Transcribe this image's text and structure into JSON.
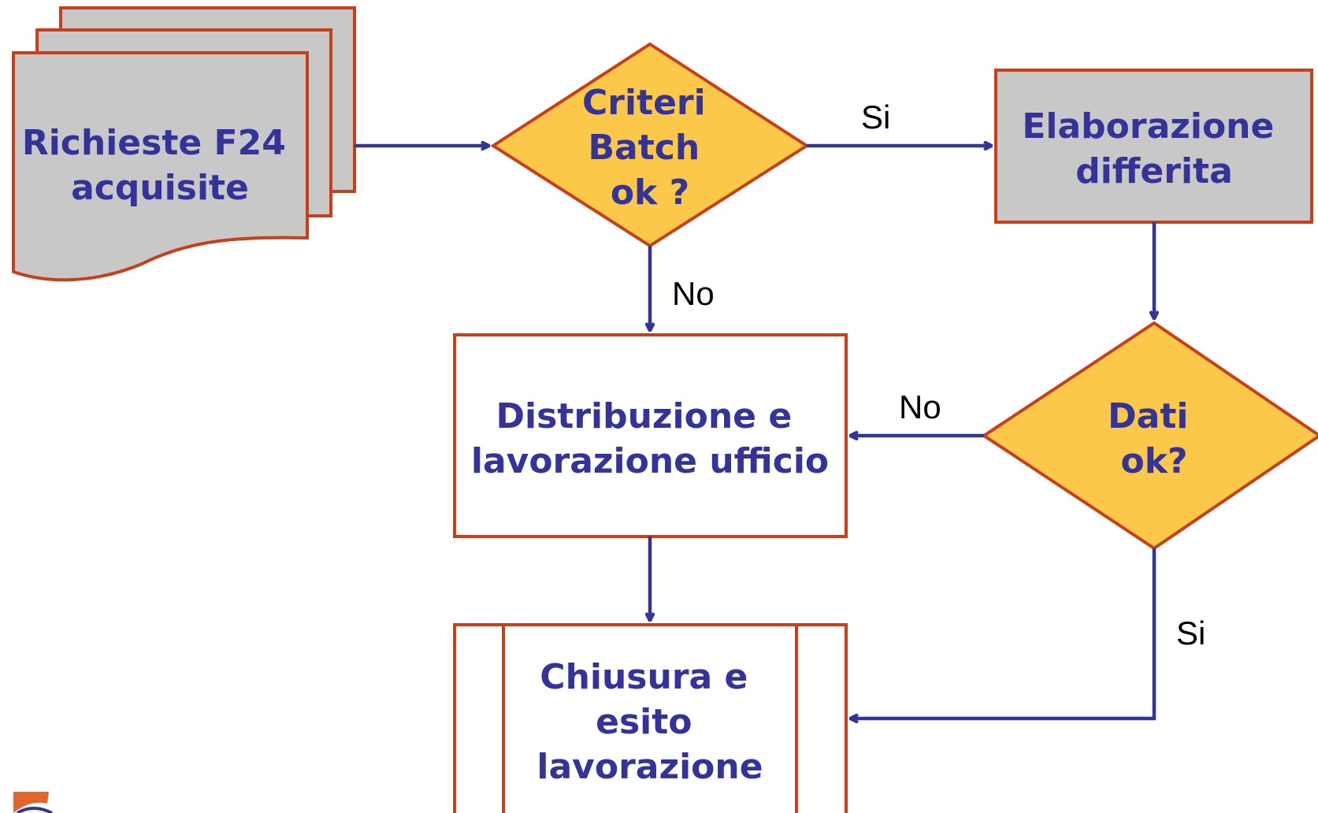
{
  "nodes": {
    "richieste": {
      "lines": [
        "Richieste F24",
        "acquisite"
      ]
    },
    "criteri": {
      "lines": [
        "Criteri",
        "Batch",
        "ok ?"
      ]
    },
    "elaborazione": {
      "lines": [
        "Elaborazione",
        "differita"
      ]
    },
    "distribuzione": {
      "lines": [
        "Distribuzione e",
        "lavorazione ufficio"
      ]
    },
    "dati": {
      "lines": [
        "Dati",
        "ok?"
      ]
    },
    "chiusura": {
      "lines": [
        "Chiusura e",
        "esito",
        "lavorazione"
      ]
    }
  },
  "edges": {
    "criteri_to_elaborazione": "Si",
    "criteri_to_distribuzione": "No",
    "dati_to_distribuzione": "No",
    "dati_to_chiusura": "Si"
  },
  "colors": {
    "node_text": "#333399",
    "connector": "#333399",
    "border": "#c8401a",
    "decision_fill": "#fcc84a",
    "process_grey": "#c8c8c8"
  }
}
